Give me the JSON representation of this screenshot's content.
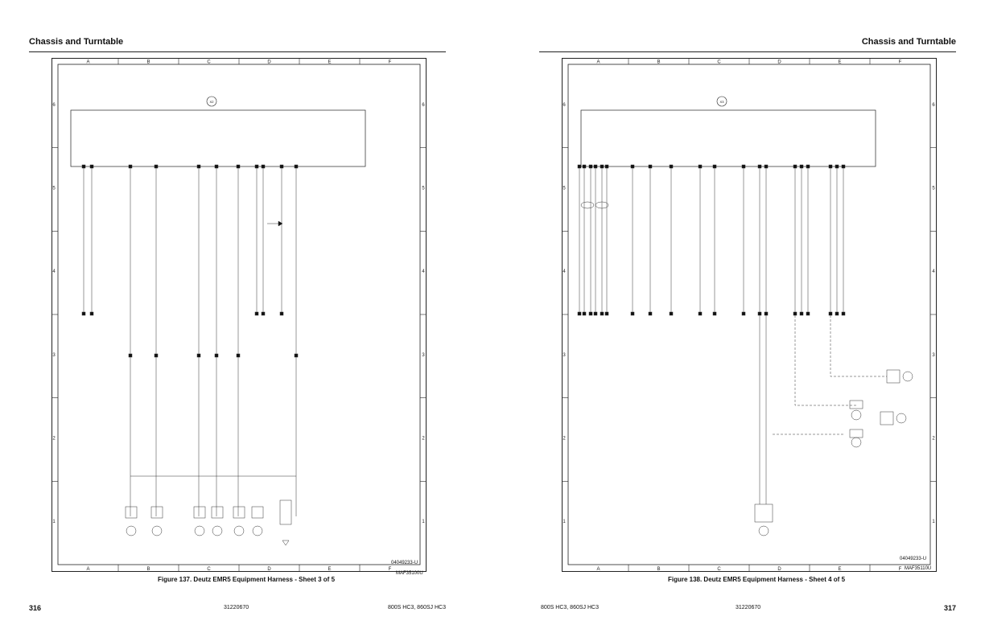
{
  "left_page": {
    "section_title": "Chassis and Turntable",
    "figure_caption": "Figure 137. Deutz EMR5 Equipment Harness - Sheet 3 of 5",
    "drawing_number": "04049233-U",
    "image_code": "MAF35100U",
    "page_number": "316",
    "doc_number": "31220670",
    "model": "800S HC3, 860SJ HC3",
    "connector_id": "X2"
  },
  "right_page": {
    "section_title": "Chassis and Turntable",
    "figure_caption": "Figure 138. Deutz EMR5 Equipment Harness - Sheet 4 of 5",
    "drawing_number": "04049233-U",
    "image_code": "MAF35110U",
    "page_number": "317",
    "doc_number": "31220670",
    "model": "800S HC3, 860SJ HC3",
    "connector_id": "X3"
  },
  "grid": {
    "columns": [
      "A",
      "B",
      "C",
      "D",
      "E",
      "F"
    ],
    "rows": [
      "6",
      "5",
      "4",
      "3",
      "2",
      "1"
    ]
  }
}
